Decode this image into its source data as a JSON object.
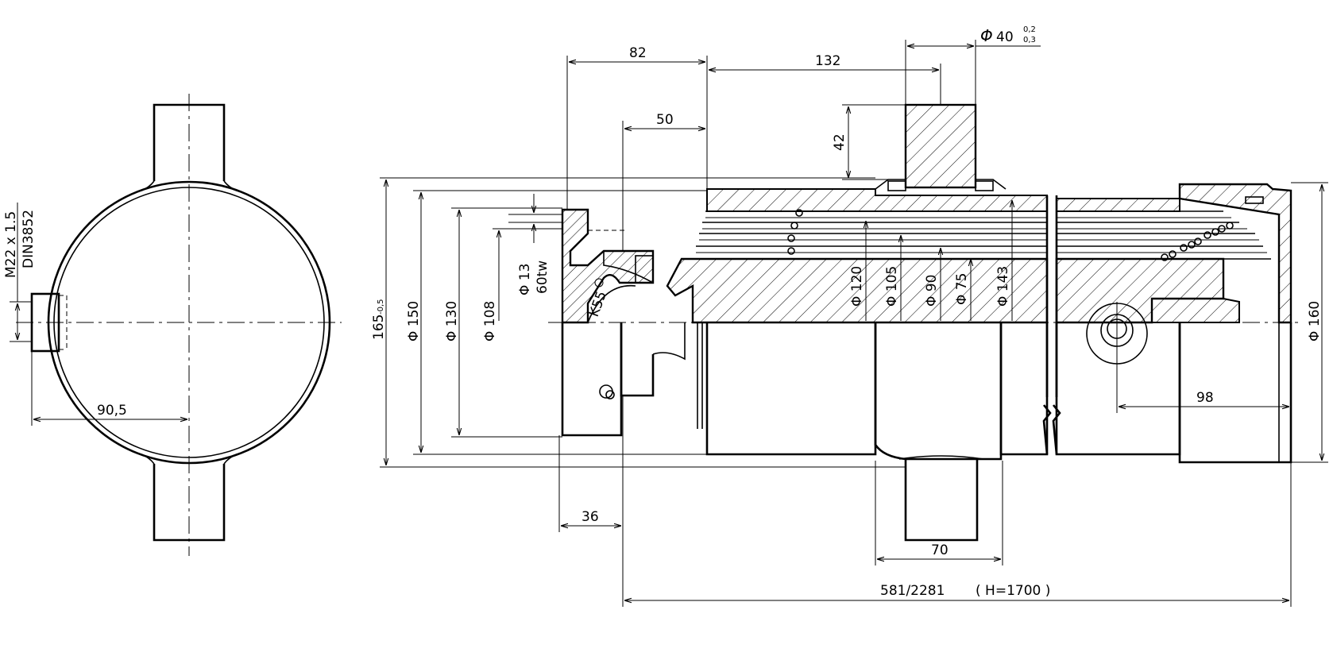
{
  "dimensions": {
    "d82": "82",
    "d132": "132",
    "d50": "50",
    "d42": "42",
    "d40_sym": "Φ",
    "d40": "40",
    "d40_tol_upper": "0,2",
    "d40_tol_lower": "0,3",
    "d165": "165",
    "d165_tol": "-0,5",
    "d150": "Φ 150",
    "d130": "Φ 130",
    "d108": "Φ 108",
    "d13": "Φ 13",
    "d60tw": "60tw",
    "dK55": "K55",
    "d120": "Φ 120",
    "d105": "Φ 105",
    "d90": "Φ 90",
    "d75": "Φ 75",
    "d143": "Φ 143",
    "d160": "Φ 160",
    "d98": "98",
    "d36": "36",
    "d70": "70",
    "d90_5": "90,5",
    "thread_spec": "M22 x 1.5",
    "thread_norm": "DIN3852",
    "overall_length": "581/2281",
    "stroke_note": "( H=1700 )"
  }
}
